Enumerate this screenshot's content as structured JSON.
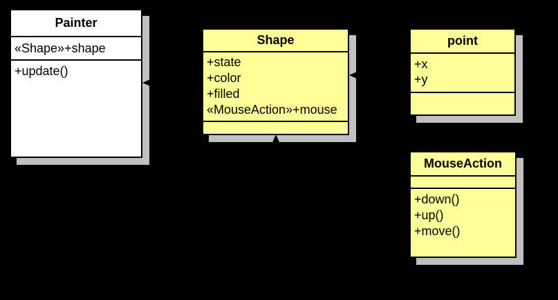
{
  "classes": [
    {
      "name": "Painter",
      "fill": "#FFFFFF",
      "attributes": [
        "«Shape»+shape"
      ],
      "methods": [
        "+update()"
      ]
    },
    {
      "name": "Shape",
      "fill": "#FFFF99",
      "attributes": [
        "+state",
        "+color",
        "+filled",
        "«MouseAction»+mouse"
      ],
      "methods": []
    },
    {
      "name": "point",
      "fill": "#FFFF99",
      "attributes": [
        "+x",
        "+y"
      ],
      "methods": []
    },
    {
      "name": "MouseAction",
      "fill": "#FFFF99",
      "attributes": [],
      "methods": [
        "+down()",
        "+up()",
        "+move()"
      ]
    }
  ],
  "connectors": [
    {
      "from": "Shape",
      "to": "Painter",
      "arrowhead": "filled-triangle",
      "arrow_points_to": "Painter right edge"
    },
    {
      "from": "point",
      "to": "Shape",
      "arrowhead": "filled-triangle",
      "arrow_points_to": "Shape right edge"
    },
    {
      "from": "MouseAction",
      "to": "Shape",
      "arrowhead": "filled-triangle",
      "arrow_points_to": "Shape bottom edge"
    }
  ],
  "colors": {
    "background": "#000000",
    "shadow": "#C0C0C0",
    "border": "#000000",
    "text": "#000000",
    "fill_white": "#FFFFFF",
    "fill_yellow": "#FFFF99"
  }
}
